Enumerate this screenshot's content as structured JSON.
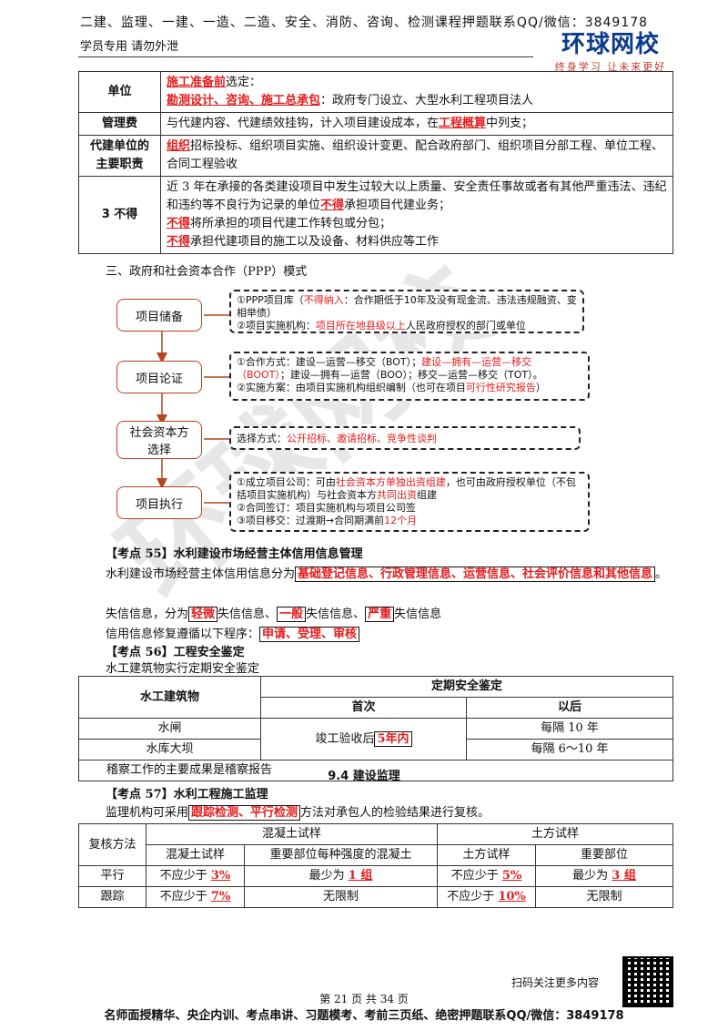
{
  "header": {
    "top": "二建、监理、一建、一造、二造、安全、消防、咨询、检测课程押题联系QQ/微信：3849178",
    "left": "学员专用 请勿外泄",
    "logo_main": "环球网校",
    "logo_sub": "终身学习 让未来更好"
  },
  "table1": {
    "rows": [
      {
        "key": "单位",
        "lines": [
          [
            {
              "t": "施工准备前",
              "s": "red"
            },
            {
              "t": "选定：",
              "s": ""
            }
          ],
          [
            {
              "t": "勘测设计、咨询、施工总承包",
              "s": "red"
            },
            {
              "t": "：政府专门设立、大型水利工程项目法人",
              "s": ""
            }
          ]
        ]
      },
      {
        "key": "管理费",
        "lines": [
          [
            {
              "t": "与代建内容、代建绩效挂钩，计入项目建设成本，在",
              "s": ""
            },
            {
              "t": "工程概算",
              "s": "red"
            },
            {
              "t": "中列支；",
              "s": ""
            }
          ]
        ]
      },
      {
        "key": "代建单位的主要职责",
        "lines": [
          [
            {
              "t": "组织",
              "s": "red"
            },
            {
              "t": "招标投标、组织项目实施、组织设计变更、配合政府部门、组织项目分部工程、单位工程、合同工程验收",
              "s": ""
            }
          ]
        ]
      },
      {
        "key": "3 不得",
        "lines": [
          [
            {
              "t": "近 3 年在承接的各类建设项目中发生过较大以上质量、安全责任事故或者有其他严重违法、违纪和违约等不良行为记录的单位",
              "s": ""
            },
            {
              "t": "不得",
              "s": "red"
            },
            {
              "t": "承担项目代建业务；",
              "s": ""
            }
          ],
          [
            {
              "t": "不得",
              "s": "red"
            },
            {
              "t": "将所承担的项目代建工作转包或分包；",
              "s": ""
            }
          ],
          [
            {
              "t": "不得",
              "s": "red"
            },
            {
              "t": "承担代建项目的施工以及设备、材料供应等工作",
              "s": ""
            }
          ]
        ]
      }
    ]
  },
  "section_ppp": "三、政府和社会资本合作（PPP）模式",
  "flow": {
    "nodes": [
      "项目储备",
      "项目论证",
      "社会资本方选择",
      "项目执行"
    ],
    "boxes": [
      [
        [
          {
            "t": "①PPP项目库（",
            "s": ""
          },
          {
            "t": "不得纳入",
            "s": "redp"
          },
          {
            "t": "：合作期低于10年及没有现金流、违法违规融资、变相举债）",
            "s": ""
          }
        ],
        [
          {
            "t": "②项目实施机构：",
            "s": ""
          },
          {
            "t": "项目所在地县级以上",
            "s": "redp"
          },
          {
            "t": "人民政府授权的部门或单位",
            "s": ""
          }
        ]
      ],
      [
        [
          {
            "t": "①合作方式：建设—运营—移交（BOT）；",
            "s": ""
          },
          {
            "t": "建设—拥有—运营—移交（BOOT）",
            "s": "redp"
          },
          {
            "t": "；建设—拥有—运营（BOO）；移交—运营—移交（TOT）。",
            "s": ""
          }
        ],
        [
          {
            "t": "②实施方案：由项目实施机构组织编制（也可在项目",
            "s": ""
          },
          {
            "t": "可行性研究报告",
            "s": "redp"
          },
          {
            "t": "）",
            "s": ""
          }
        ]
      ],
      [
        [
          {
            "t": "选择方式：",
            "s": ""
          },
          {
            "t": "公开招标、邀请招标、竞争性谈判",
            "s": "redp"
          }
        ]
      ],
      [
        [
          {
            "t": "①成立项目公司：可由",
            "s": ""
          },
          {
            "t": "社会资本方单独出资组建",
            "s": "redp"
          },
          {
            "t": "，也可由政府授权单位（不包括项目实施机构）与社会资本方",
            "s": ""
          },
          {
            "t": "共同出资",
            "s": "redp"
          },
          {
            "t": "组建",
            "s": ""
          }
        ],
        [
          {
            "t": "②合同签订：项目实施机构与项目公司签",
            "s": ""
          }
        ],
        [
          {
            "t": "③项目移交：过渡期→合同期满前",
            "s": ""
          },
          {
            "t": "12个月",
            "s": "redp"
          }
        ]
      ]
    ]
  },
  "kp55": {
    "title": "【考点 55】水利建设市场经营主体信用信息管理",
    "l1a": "水利建设市场经营主体信用信息分为",
    "l1b": "基础登记信息、行政管理信息、运营信息、社会评价信息和其他信息",
    "l1c": "。",
    "l2a": "失信信息，分为",
    "l2b": "轻微",
    "l2c": "失信信息、",
    "l2d": "一般",
    "l2e": "失信信息、",
    "l2f": "严重",
    "l2g": "失信信息",
    "l3a": "信用信息修复遵循以下程序：",
    "l3b": "申请、受理、审核"
  },
  "kp56": {
    "title": "【考点 56】工程安全鉴定",
    "line": "水工建筑物实行定期安全鉴定",
    "table": {
      "h1": "水工建筑物",
      "h2": "定期安全鉴定",
      "h3": "首次",
      "h4": "以后",
      "r1c1": "水闸",
      "r2c1": "水库大坝",
      "first_a": "竣工验收后",
      "first_b": "5年内",
      "r1c3": "每隔 10 年",
      "r2c3": "每隔 6～10 年",
      "note": "稽察工作的主要成果是稽察报告"
    }
  },
  "section94": "9.4 建设监理",
  "kp57": {
    "title": "【考点 57】水利工程施工监理",
    "la": "监理机构可采用",
    "lb": "跟踪检测、平行检测",
    "lc": "方法对承包人的检验结果进行复核。",
    "table": {
      "h_method": "复核方法",
      "h_conc": "混凝土试样",
      "h_soil": "土方试样",
      "sub": [
        "混凝土试样",
        "重要部位每种强度的混凝土",
        "土方试样",
        "重要部位"
      ],
      "rows": [
        {
          "name": "平行",
          "c1a": "不应少于",
          "c1b": "3%",
          "c2a": "最少为",
          "c2b": "1 组",
          "c3a": "不应少于",
          "c3b": "5%",
          "c4a": "最少为",
          "c4b": "3 组"
        },
        {
          "name": "跟踪",
          "c1a": "不应少于",
          "c1b": "7%",
          "c2a": "无限制",
          "c2b": "",
          "c3a": "不应少于",
          "c3b": "10%",
          "c4a": "无限制",
          "c4b": ""
        }
      ]
    }
  },
  "footer": {
    "scan": "扫码关注更多内容",
    "page": "第 21 页 共 34 页",
    "bottom": "名师面授精华、央企内训、考点串讲、习题模考、考前三页纸、绝密押题联系QQ/微信：3849178"
  }
}
